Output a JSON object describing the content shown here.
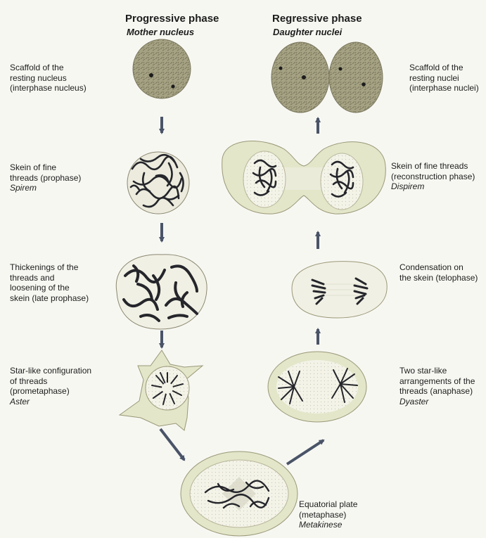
{
  "header": {
    "progressive_title": "Progressive phase",
    "progressive_subtitle": "Mother nucleus",
    "regressive_title": "Regressive phase",
    "regressive_subtitle": "Daughter nuclei"
  },
  "left_labels": {
    "interphase": [
      "Scaffold of the",
      "resting nucleus",
      "(interphase nucleus)"
    ],
    "prophase": [
      "Skein of fine",
      "threads (prophase)",
      "Spirem"
    ],
    "late_prophase": [
      "Thickenings of the",
      "threads and",
      "loosening of the",
      "skein (late prophase)"
    ],
    "prometaphase": [
      "Star-like configuration",
      "of threads",
      "(prometaphase)",
      "Aster"
    ]
  },
  "right_labels": {
    "interphase": [
      "Scaffold of the",
      "resting nuclei",
      "(interphase nuclei)"
    ],
    "reconstruction": [
      "Skein of fine threads",
      "(reconstruction phase)",
      "Dispirem"
    ],
    "telophase": [
      "Condensation on",
      "the skein (telophase)"
    ],
    "anaphase": [
      "Two star-like",
      "arrangements of the",
      "threads (anaphase)",
      "Dyaster"
    ]
  },
  "bottom_label": [
    "Equatorial plate",
    "(metaphase)",
    "Metakinese"
  ],
  "colors": {
    "background": "#f7f7f2",
    "cell_fill": "#e3e6c9",
    "nucleus_fill": "#a5a283",
    "chromatin": "#25262b",
    "arrow": "#4a5468",
    "text": "#1c1c1c"
  }
}
